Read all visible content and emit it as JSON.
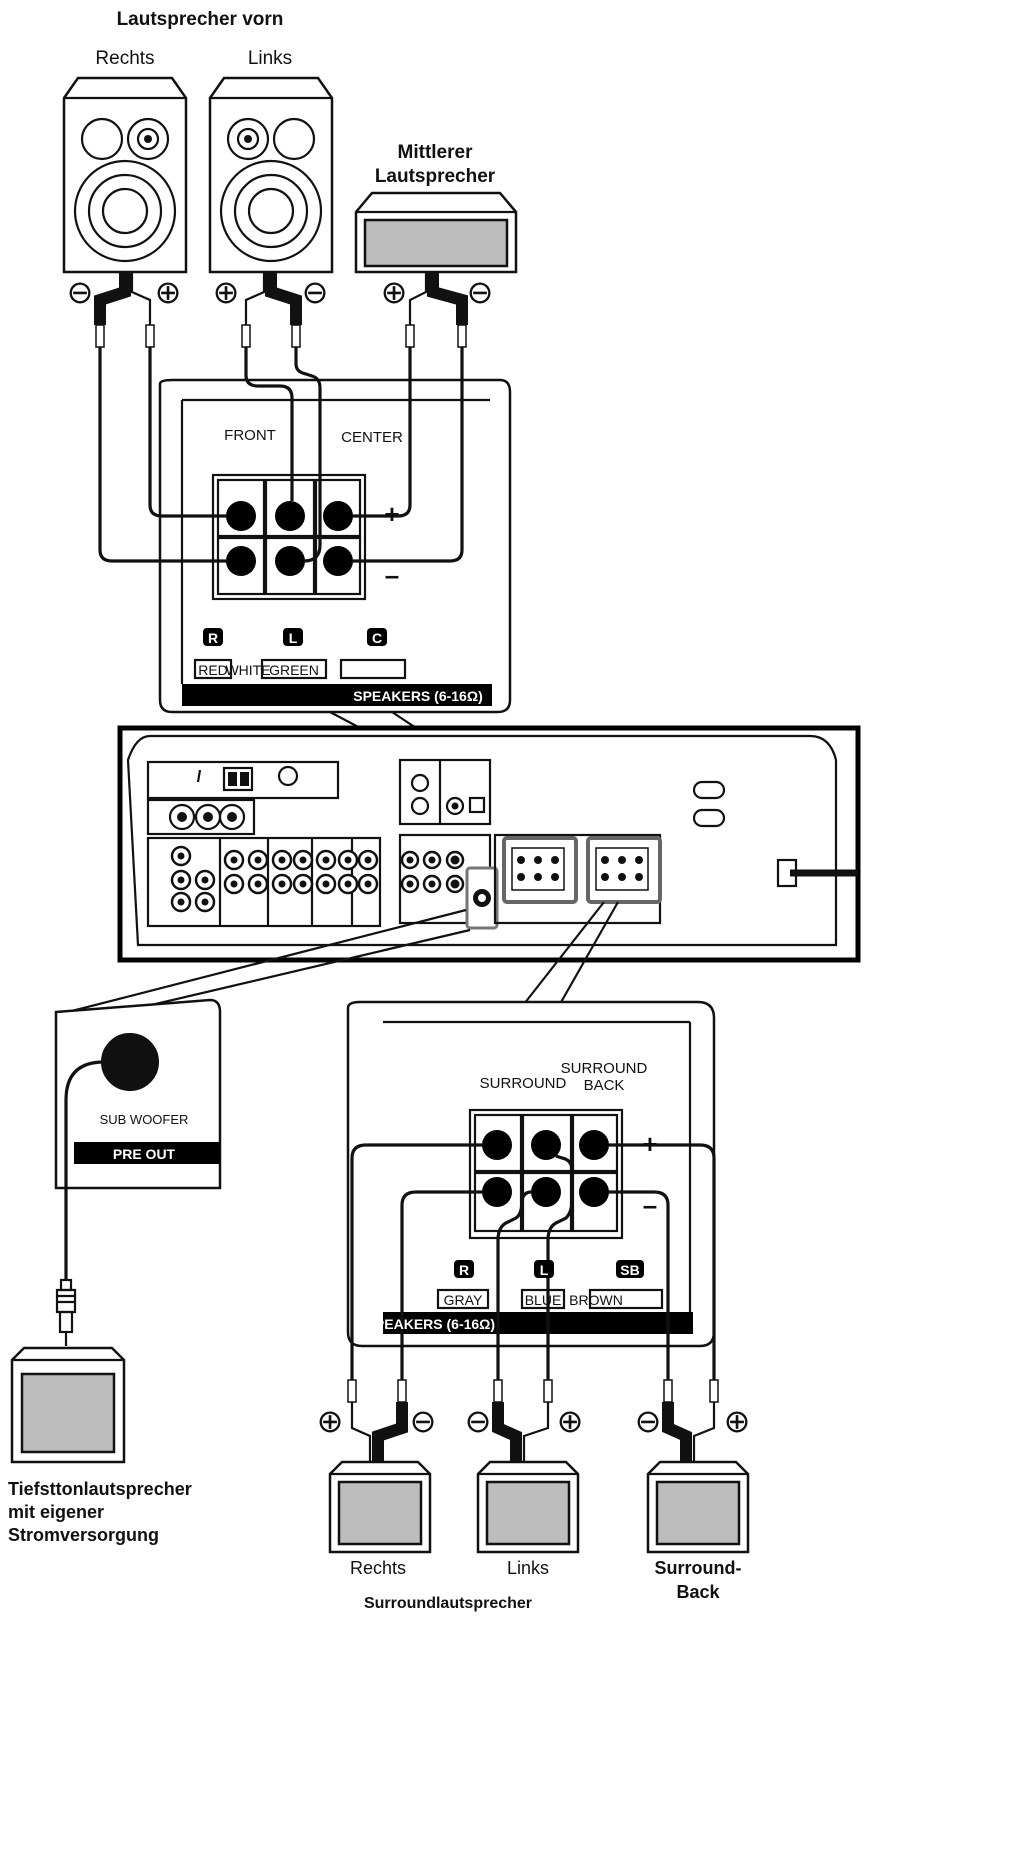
{
  "labels": {
    "front_title": "Lautsprecher vorn",
    "front_right": "Rechts",
    "front_left": "Links",
    "center_title_1": "Mittlerer",
    "center_title_2": "Lautsprecher",
    "panel_front": "FRONT",
    "panel_center": "CENTER",
    "plus": "+",
    "minus": "–",
    "badge_r": "R",
    "badge_l": "L",
    "badge_c": "C",
    "badge_sb": "SB",
    "color_red": "RED",
    "color_white": "WHITE",
    "color_green": "GREEN",
    "speakers_top": "SPEAKERS (6-16Ω)",
    "panel_surround": "SURROUND",
    "panel_surround_back_1": "SURROUND",
    "panel_surround_back_2": "BACK",
    "color_gray": "GRAY",
    "color_blue": "BLUE",
    "color_brown": "BROWN",
    "speakers_bottom": "PEAKERS (6-16Ω)",
    "sub_woofer": "SUB WOOFER",
    "pre_out": "PRE OUT",
    "sub_title_1": "Tiefsttonlautsprecher",
    "sub_title_2": "mit eigener",
    "sub_title_3": "Stromversorgung",
    "surround_right": "Rechts",
    "surround_left": "Links",
    "surround_back_1": "Surround-",
    "surround_back_2": "Back",
    "surround_title": "Surroundlautsprecher"
  },
  "symbols": {
    "plus_circle": "⊕",
    "minus_circle": "⊖"
  }
}
